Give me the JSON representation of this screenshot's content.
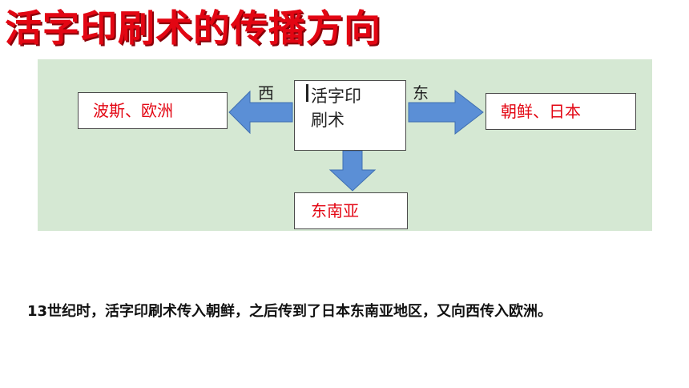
{
  "title": "活字印刷术的传播方向",
  "diagram": {
    "center": {
      "line1": "活字印",
      "line2": "刷术"
    },
    "west": {
      "direction": "西",
      "destination": "波斯、欧洲"
    },
    "east": {
      "direction": "东",
      "destination": "朝鲜、日本"
    },
    "south": {
      "destination": "东南亚"
    },
    "colors": {
      "arrow": "#5b8fd6",
      "destination_text": "#e30613",
      "background": "#d5e8d3"
    }
  },
  "caption": "13世纪时，活字印刷术传入朝鲜，之后传到了日本东南亚地区，又向西传入欧洲。"
}
